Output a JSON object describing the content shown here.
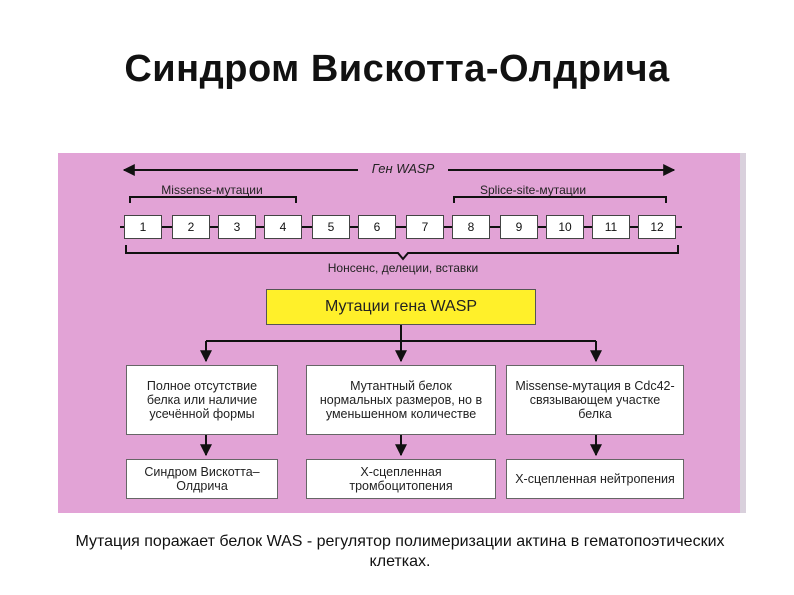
{
  "title": "Синдром Вискотта-Олдрича",
  "diagram": {
    "gene_label": "Ген WASP",
    "missense_label": "Missense-мутации",
    "splice_label": "Splice-site-мутации",
    "nonsense_label": "Нонсенс, делеции, вставки",
    "exons": [
      "1",
      "2",
      "3",
      "4",
      "5",
      "6",
      "7",
      "8",
      "9",
      "10",
      "11",
      "12"
    ],
    "center_box": "Мутации гена WASP",
    "causes": [
      "Полное отсутствие белка или наличие усечённой формы",
      "Мутантный белок нормальных размеров, но в уменьшенном количестве",
      "Missense-мутация в Cdc42-связывающем участке белка"
    ],
    "outcomes": [
      "Синдром Вискотта–Олдрича",
      "X-сцепленная тромбоцитопения",
      "X-сцепленная нейтропения"
    ],
    "colors": {
      "background": "#e2a3d6",
      "highlight": "#fff02a"
    }
  },
  "caption": "Мутация поражает белок WAS - регулятор полимеризации актина в гематопоэтических клетках."
}
